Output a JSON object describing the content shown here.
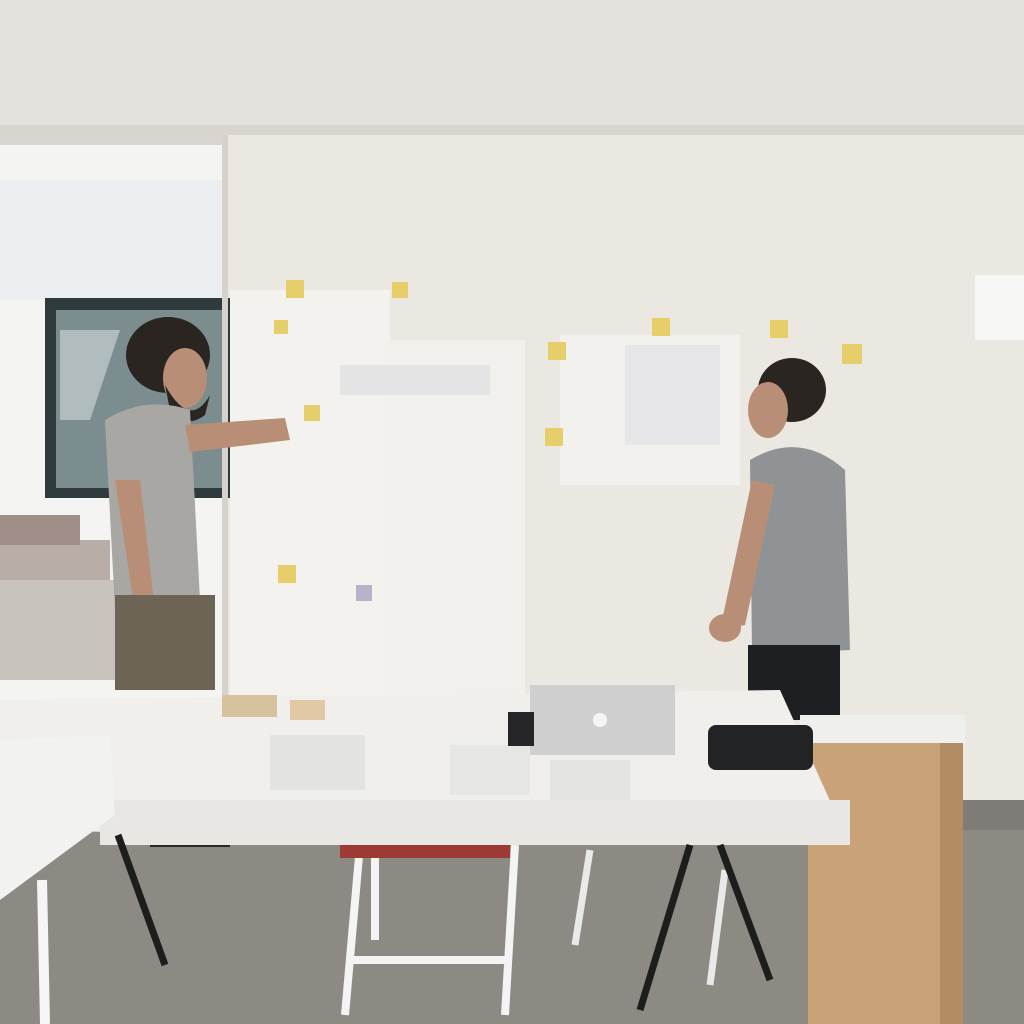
{
  "scene": {
    "colors": {
      "ceiling": "#e3e1dc",
      "wall": "#ebe8e2",
      "floor": "#8d8a84",
      "sticky_note": "#e6cf6b",
      "paper": "#f3f2ee",
      "table_top": "#f0efec",
      "cabinet": "#c9a277",
      "shirt_left": "#a9a7a3",
      "shirt_right": "#8f9395",
      "trousers_left": "#6e6456",
      "trousers_right": "#1e1f22",
      "hair": "#2a2521",
      "skin": "#b88f76"
    },
    "elements": [
      "ceiling",
      "back-wall",
      "doorway",
      "window",
      "paper-wall-board",
      "sticky-notes",
      "person-left",
      "person-right",
      "work-table",
      "laptop",
      "wooden-cabinet",
      "stool",
      "floor"
    ]
  }
}
